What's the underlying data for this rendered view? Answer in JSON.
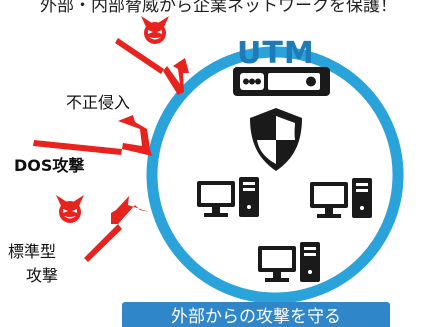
{
  "caption": {
    "top": "外部・内部脅威から企業ネットワークを保護！"
  },
  "device": {
    "title": "UTM"
  },
  "attacks": {
    "intrusion": "不正侵入",
    "dos": "DOS攻撃",
    "standard_line1": "標準型",
    "standard_line2": "攻撃"
  },
  "banner": {
    "text": "外部からの攻撃を守る"
  },
  "icons": [
    "devil-icon",
    "devil-icon",
    "shield-icon",
    "computer-icon",
    "computer-icon",
    "computer-icon",
    "arrow-icon"
  ],
  "colors": {
    "circle": "#2AA3DB",
    "banner": "#2F86C9",
    "utm_title": "#1F7BB8",
    "arrow": "#E8231E",
    "devil": "#E8231E",
    "device": "#1A1A1A"
  }
}
